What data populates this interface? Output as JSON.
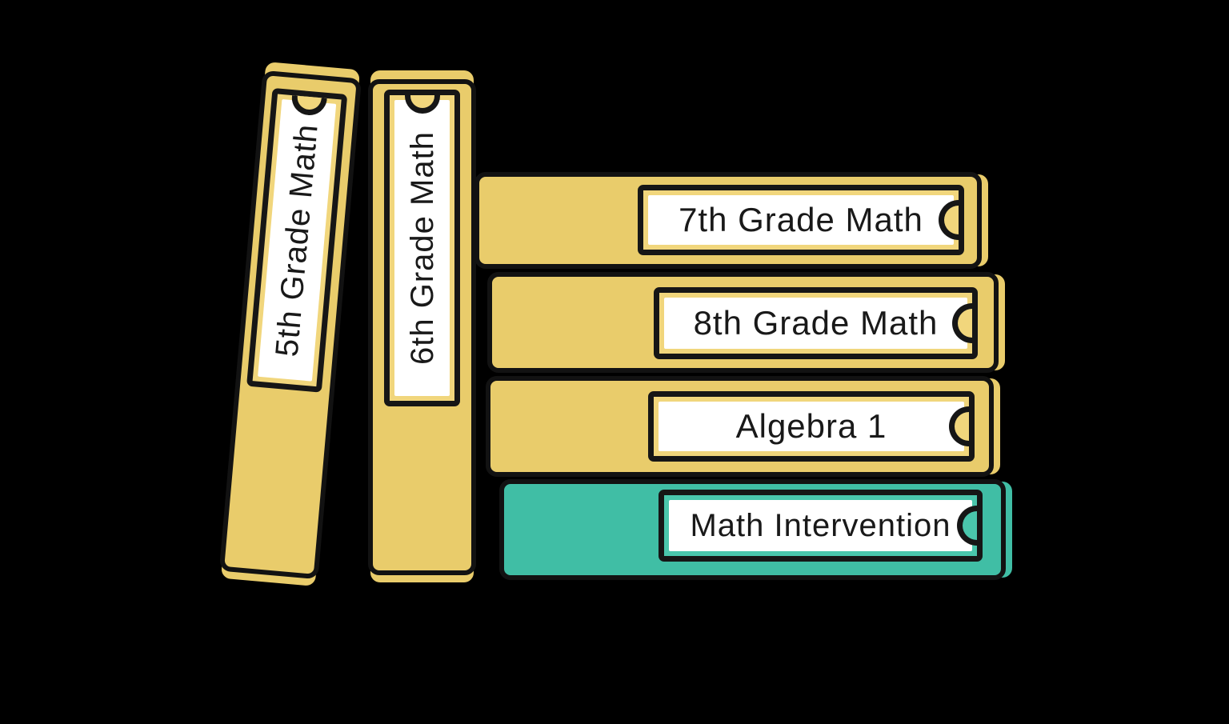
{
  "scene": {
    "background": "#000000",
    "ink": "#161616"
  },
  "books": [
    {
      "title": "5th Grade Math",
      "orientation": "vertical",
      "tilted": true,
      "color": "#E9CC6B",
      "accent": "#F1D67C",
      "label_face": "#FFFFFF"
    },
    {
      "title": "6th Grade Math",
      "orientation": "vertical",
      "tilted": false,
      "color": "#E9CC6B",
      "accent": "#F1D67C",
      "label_face": "#FFFFFF"
    },
    {
      "title": "7th Grade Math",
      "orientation": "horizontal",
      "tilted": false,
      "color": "#E9CC6B",
      "accent": "#F1D67C",
      "label_face": "#FFFFFF"
    },
    {
      "title": "8th Grade Math",
      "orientation": "horizontal",
      "tilted": false,
      "color": "#E9CC6B",
      "accent": "#F1D67C",
      "label_face": "#FFFFFF"
    },
    {
      "title": "Algebra 1",
      "orientation": "horizontal",
      "tilted": false,
      "color": "#E9CC6B",
      "accent": "#F1D67C",
      "label_face": "#FFFFFF"
    },
    {
      "title": "Math Intervention",
      "orientation": "horizontal",
      "tilted": false,
      "color": "#40BEA5",
      "accent": "#4AC6AC",
      "label_face": "#FFFFFF"
    }
  ]
}
